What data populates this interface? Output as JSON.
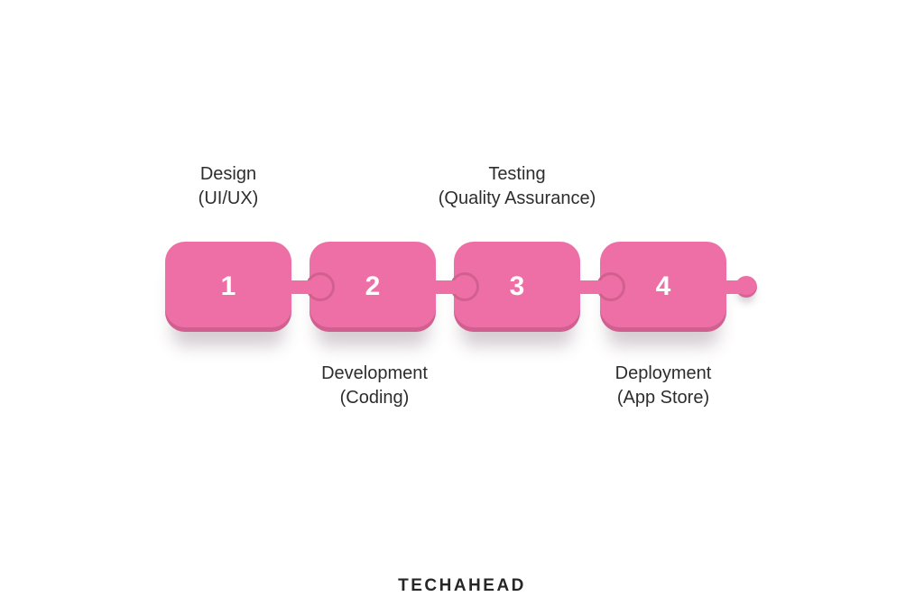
{
  "colors": {
    "pink": "#ee6fa6",
    "pinkDark": "#d2608f",
    "text": "#2d2d2d"
  },
  "steps": [
    {
      "number": "1",
      "label": {
        "line1": "Design",
        "line2": "(UI/UX)"
      },
      "label_position": "top"
    },
    {
      "number": "2",
      "label": {
        "line1": "Development",
        "line2": "(Coding)"
      },
      "label_position": "bottom"
    },
    {
      "number": "3",
      "label": {
        "line1": "Testing",
        "line2": "(Quality Assurance)"
      },
      "label_position": "top"
    },
    {
      "number": "4",
      "label": {
        "line1": "Deployment",
        "line2": "(App Store)"
      },
      "label_position": "bottom"
    }
  ],
  "branding": {
    "logo_text": "TECHAHEAD"
  }
}
